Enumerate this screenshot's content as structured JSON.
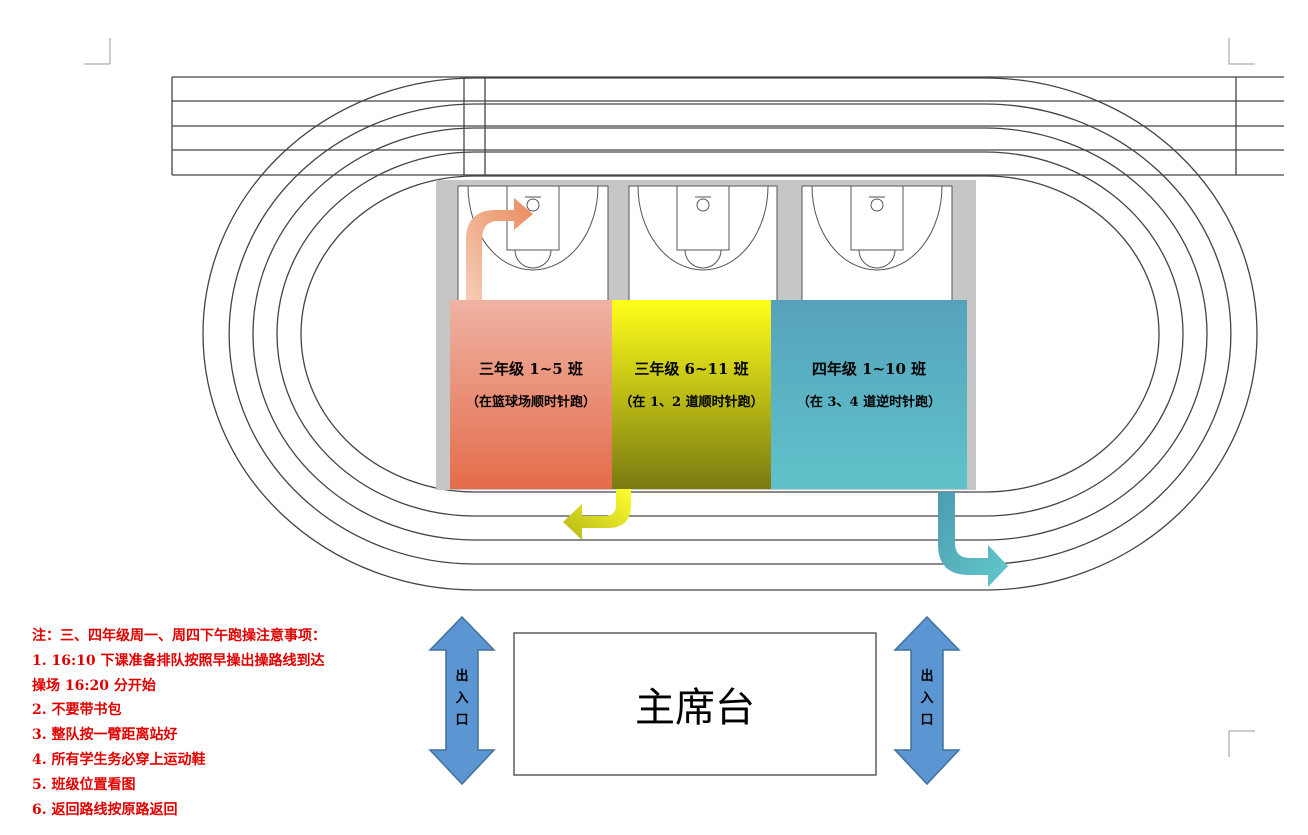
{
  "zones": [
    {
      "title": "三年级 1~5 班",
      "subtitle": "（在篮球场顺时针跑）",
      "color_top": "#efb3a3",
      "color_bottom": "#e46c4b"
    },
    {
      "title": "三年级 6~11 班",
      "subtitle": "（在 1、2 道顺时针跑）",
      "color_top": "#ffff1a",
      "color_bottom": "#7a7a12"
    },
    {
      "title": "四年级 1~10 班",
      "subtitle": "（在 3、4 道逆时针跑）",
      "color_top": "#56a2bc",
      "color_bottom": "#5fc3ca"
    }
  ],
  "stand": {
    "label": "主席台"
  },
  "gates": [
    {
      "label": "出入口"
    },
    {
      "label": "出入口"
    }
  ],
  "arrow_colors": {
    "orange": "#ec9d78",
    "yellow": "#c8c81e",
    "teal": "#4ca4b4",
    "gate": "#5b96d2"
  },
  "notes": {
    "heading": "注：三、四年级周一、周四下午跑操注意事项：",
    "items": [
      "1.  16:10 下课准备排队按照早操出操路线到达",
      "操场 16:20 分开始",
      "2.  不要带书包",
      "3.  整队按一臂距离站好",
      "4.  所有学生务必穿上运动鞋",
      "5.  班级位置看图",
      "6.  返回路线按原路返回"
    ]
  }
}
